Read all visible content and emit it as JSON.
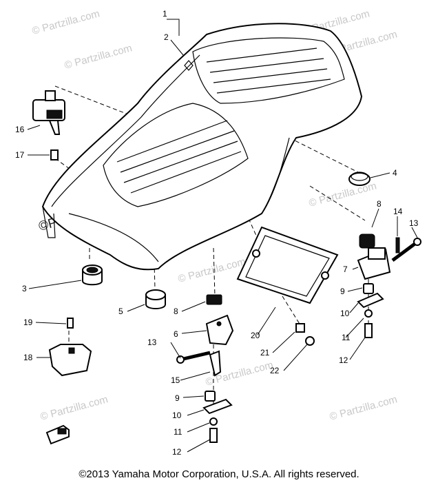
{
  "watermark": {
    "small": "© Partzilla.com",
    "large": "©Partzilla.com"
  },
  "callouts": [
    "1",
    "2",
    "16",
    "17",
    "4",
    "8",
    "14",
    "13",
    "3",
    "5",
    "8",
    "7",
    "9",
    "10",
    "11",
    "12",
    "6",
    "20",
    "19",
    "18",
    "13",
    "21",
    "22",
    "15",
    "9",
    "10",
    "11",
    "12"
  ],
  "copyright": "©2013 Yamaha Motor Corporation, U.S.A. All rights reserved."
}
